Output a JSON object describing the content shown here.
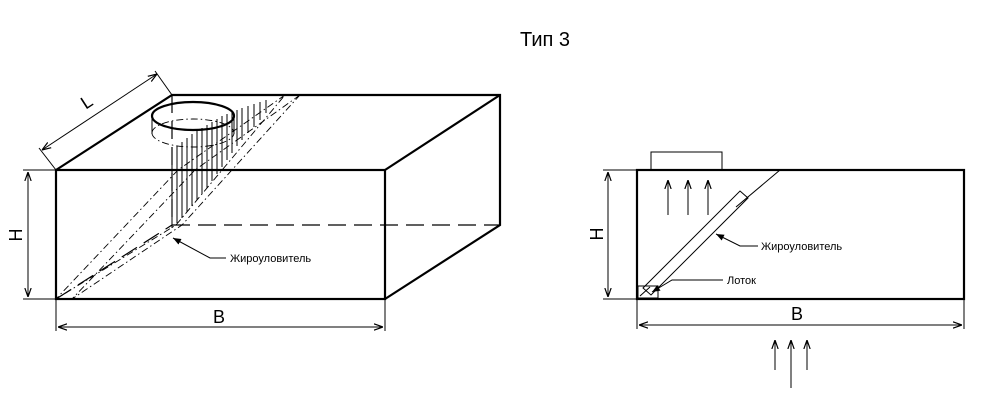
{
  "title": "Тип 3",
  "iso_view": {
    "dim_length": "L",
    "dim_height": "H",
    "dim_width": "B",
    "label_filter": "Жироуловитель"
  },
  "side_view": {
    "dim_height": "H",
    "dim_width": "B",
    "label_filter": "Жироуловитель",
    "label_tray": "Лоток"
  }
}
